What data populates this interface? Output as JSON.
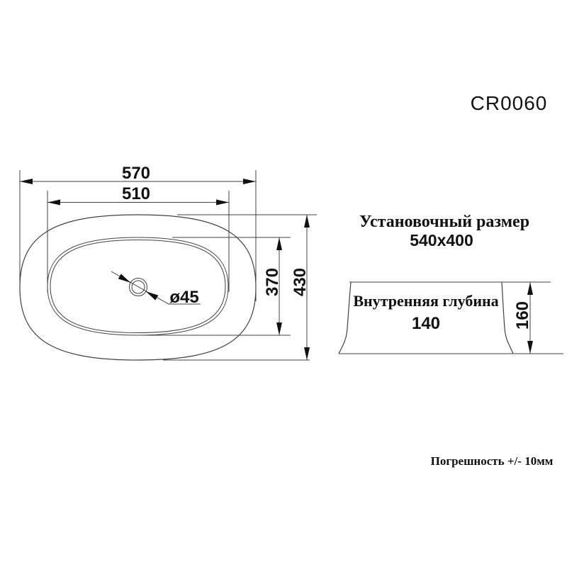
{
  "title": "CR0060",
  "plan_view": {
    "dim_outer_width": "570",
    "dim_inner_width": "510",
    "dim_inner_height": "370",
    "dim_outer_height": "430",
    "drain_diameter": "ø45"
  },
  "installation_note": {
    "line1": "Установочный размер",
    "line2": "540x400"
  },
  "side_view": {
    "depth_label": "Внутренняя глубина",
    "depth_value": "140",
    "dim_height": "160"
  },
  "footer": {
    "tolerance": "Погрешность +/- 10мм"
  },
  "colors": {
    "background": "#ffffff",
    "line": "#404040",
    "text": "#111111"
  }
}
